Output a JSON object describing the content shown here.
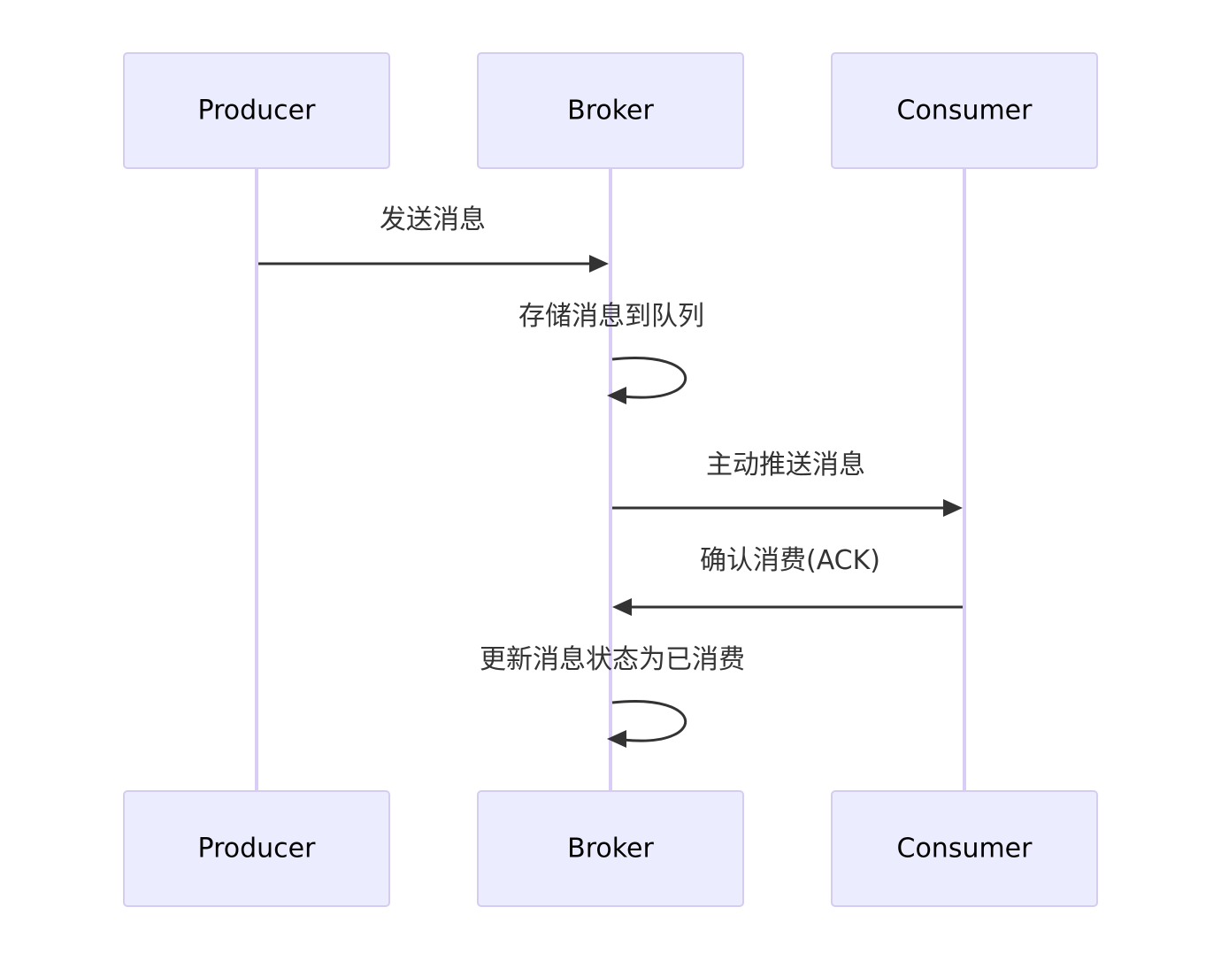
{
  "participants": [
    {
      "id": "producer",
      "label": "Producer"
    },
    {
      "id": "broker",
      "label": "Broker"
    },
    {
      "id": "consumer",
      "label": "Consumer"
    }
  ],
  "messages": [
    {
      "from": "producer",
      "to": "broker",
      "label": "发送消息"
    },
    {
      "from": "broker",
      "to": "broker",
      "label": "存储消息到队列"
    },
    {
      "from": "broker",
      "to": "consumer",
      "label": "主动推送消息"
    },
    {
      "from": "consumer",
      "to": "broker",
      "label": "确认消费(ACK)"
    },
    {
      "from": "broker",
      "to": "broker",
      "label": "更新消息状态为已消费"
    }
  ],
  "colors": {
    "actor_fill": "#ECECFF",
    "actor_border": "#D5CCF2",
    "lifeline": "#D9CCF5",
    "arrow": "#333333",
    "text": "#333333"
  }
}
